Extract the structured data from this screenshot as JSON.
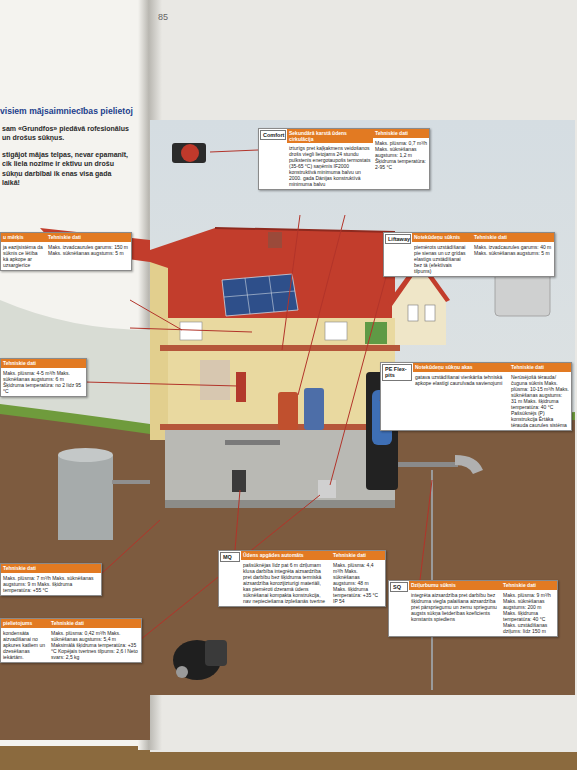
{
  "diagram": {
    "title": "visiem mājsaimniecības pielietoj",
    "nodes": [
      {
        "text": [
          "Comfort",
          "Sekundārā karstā ūdens cirkulācija",
          "izturīgs pret kaļķakmens veidošanos drošs viegli lietojams 24 stundu pulkstenis energotaupošs termostats (35-65 °C) saņēmis IF2000 konstruktīvā minimuma balvu un 2000. gada Dānijas konstruktīvā minimuma balvu",
          "Tehniskie dati",
          "Maks. plūsma: 0,7 m³/h Maks. sūknēšanas augstums: 1,2 m Šķidruma temperatūra: 2-95 °C"
        ]
      },
      {
        "text": [
          "u mērķis",
          "ja eazijsistēma da sūknis ce lētība kā apkope ar uzsargierīce",
          "Tehniskie dati",
          "Maks. izvadcaurules garums: 150 m Maks. sūknēšanas augstums: 5 m"
        ]
      },
      {
        "text": [
          "Liftaway",
          "Notekūdeņu sūknis",
          "piemērots uzstādīšanai pie sienas un uz grīdas elastīgs uzstādīšanai bez tā (efektīvais tilpums)",
          "Tehniskie dati",
          "Maks. izvadcaurules garums: 40 m Maks. sūknēšanas augstums: 5 m"
        ]
      },
      {
        "text": [
          "Tehniskie dati",
          "Maks. plūsma: 4-5 m³/h Maks. sūknēšanas augstums: 6 m Šķidruma temperatūra: no 2 līdz 95 °C"
        ]
      },
      {
        "text": [
          "PE Flex-pits",
          "Notekūdeņu sūkņu akas",
          "gatava uzstādīšanai vienkārša tehniskā apkope elastīgi caurulvada savienojumi",
          "Tehniskie dati",
          "Nerūsējošā tērauda/čuguna sūknis Maks. plūsma: 10-15 m³/h Maks. sūknēšanas augstums: 31 m Maks. šķidruma temperatūra: 40 °C Pašsūknējs (P) konstrukcija Ērtāka tērauda caurules sistēma"
        ]
      },
      {
        "text": [
          "MQ",
          "Ūdens apgādes automāts",
          "pašsūknējas līdz pat 6 m dziļumam klusa darbība integrēta aizsardzība pret darbību bez šķidruma termiskā aizsardzība korozijizturīgi materiāli, kas piemēroti dzeramā ūdens sūknēšanai kompakta konstrukcija, nav nepieciešama izplešanās tvertne",
          "Tehniskie dati",
          "Maks. plūsma: 4,4 m³/h Maks. sūknēšanas augstums: 48 m Maks. šķidruma temperatūra: +35 °C IP 54"
        ]
      },
      {
        "text": [
          "Tehniskie dati",
          "Maks. plūsma: 7 m³/h Maks. sūknēšanas augstums: 9 m Maks. šķidruma temperatūra: +55 °C"
        ]
      },
      {
        "text": [
          "SQ",
          "Dziļurbumu sūknis",
          "integrēta aizsardzība pret darbību bez šķidruma viegla palaišana aizsardzība pret pārspriegumu un zemu spriegumu augsts sūkņa lietderības koeficients konstants spiediens",
          "Tehniskie dati",
          "Maks. plūsma: 9 m³/h Maks. sūknēšanas augstums: 200 m Maks. šķidruma temperatūra: 40 °C Maks. uzstādīšanas dziļums: līdz 150 m"
        ]
      },
      {
        "text": [
          "pielietojums",
          "kondensāta aizvadīšanai no apkures katliem un dzesēšanas iekārtām.",
          "Tehniskie dati",
          "Maks. plūsma: 0,42 m³/h Maks. sūknēšanas augstums: 5,4 m Maksimālā šķidruma temperatūra: +35 °C Kopējais tvertnes tilpums: 2,6 l Neto svars: 2,5 kg"
        ]
      }
    ],
    "labels": [
      "85",
      "sam «Grundfos» piedāvā rofesionālus un drošus sūkņus.",
      "stigājot mājas telpas, nevar epamanīt, cik liela nozīme ir ektīvu un drošu sūkņu darbībai ik enas visa gada laikā!"
    ]
  }
}
